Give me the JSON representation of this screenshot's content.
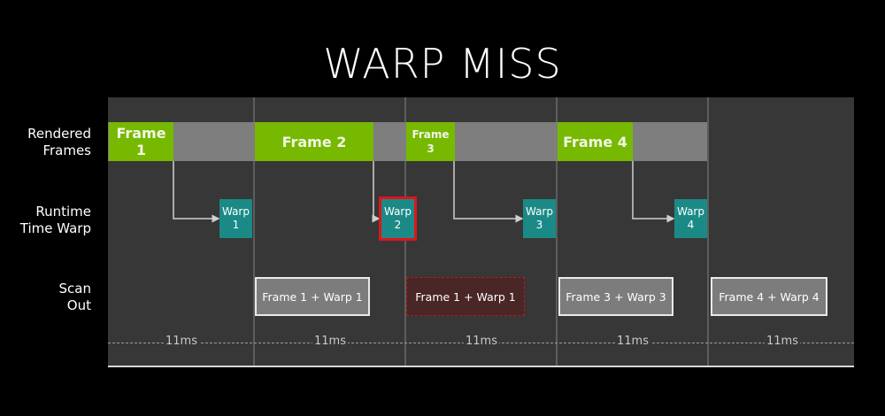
{
  "title": "WARP MISS",
  "row_labels": {
    "rendered": [
      "Rendered",
      "Frames"
    ],
    "runtime": [
      "Runtime",
      "Time Warp"
    ],
    "scan": [
      "Scan",
      "Out"
    ]
  },
  "frames": [
    {
      "line1": "Frame",
      "line2": "1"
    },
    {
      "line1": "Frame 2",
      "line2": ""
    },
    {
      "line1": "Frame",
      "line2": "3"
    },
    {
      "line1": "Frame 4",
      "line2": ""
    }
  ],
  "warps": [
    {
      "line1": "Warp",
      "line2": "1",
      "missed": false
    },
    {
      "line1": "Warp",
      "line2": "2",
      "missed": true
    },
    {
      "line1": "Warp",
      "line2": "3",
      "missed": false
    },
    {
      "line1": "Warp",
      "line2": "4",
      "missed": false
    }
  ],
  "scan_out": [
    {
      "label": "Frame 1 + Warp 1",
      "missed": false
    },
    {
      "label": "Frame 1 + Warp 1",
      "missed": true
    },
    {
      "label": "Frame 3 + Warp 3",
      "missed": false
    },
    {
      "label": "Frame 4 + Warp 4",
      "missed": false
    }
  ],
  "intervals": [
    "11ms",
    "11ms",
    "11ms",
    "11ms",
    "11ms"
  ],
  "colors": {
    "frame_green": "#76b900",
    "warp_teal": "#1b8a87",
    "miss_red": "#e0141a"
  }
}
